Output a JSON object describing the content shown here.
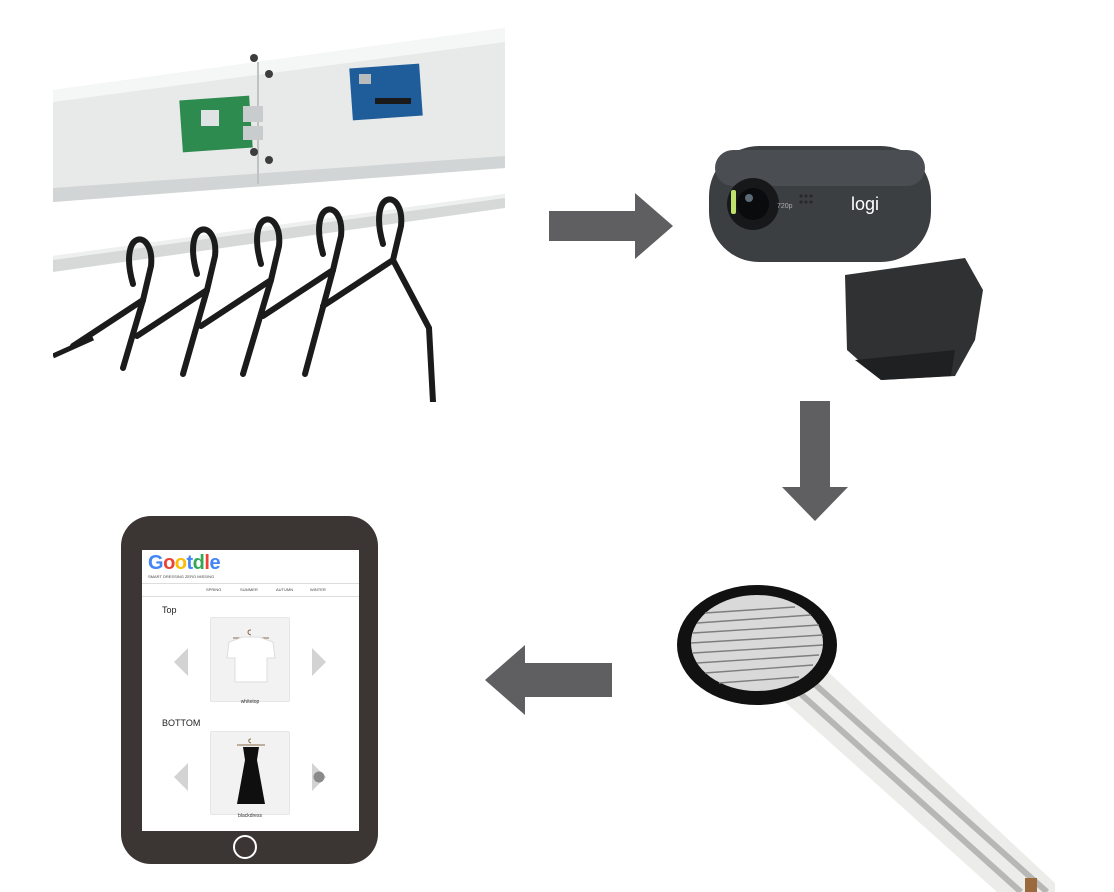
{
  "pipeline": {
    "stages": [
      {
        "name": "closet-rail-with-boards"
      },
      {
        "name": "webcam",
        "brand_text": "logi"
      },
      {
        "name": "force-sensor"
      },
      {
        "name": "tablet-app"
      }
    ],
    "arrow_color": "#5f5f62"
  },
  "app": {
    "logo": {
      "letters": [
        "G",
        "o",
        "o",
        "t",
        "d",
        "l",
        "e"
      ],
      "colors": [
        "#4285f4",
        "#ea4335",
        "#fbbc05",
        "#4285f4",
        "#34a853",
        "#ea4335",
        "#4285f4"
      ]
    },
    "tagline": "SMART DRESSING ZERO MISSING",
    "seasons": [
      "SPRING",
      "SUMMER",
      "AUTUMN",
      "WINTER"
    ],
    "top_section": {
      "title": "Top",
      "item_label": "whitetop"
    },
    "bottom_section": {
      "title": "BOTTOM",
      "item_label": "blackdress"
    }
  }
}
